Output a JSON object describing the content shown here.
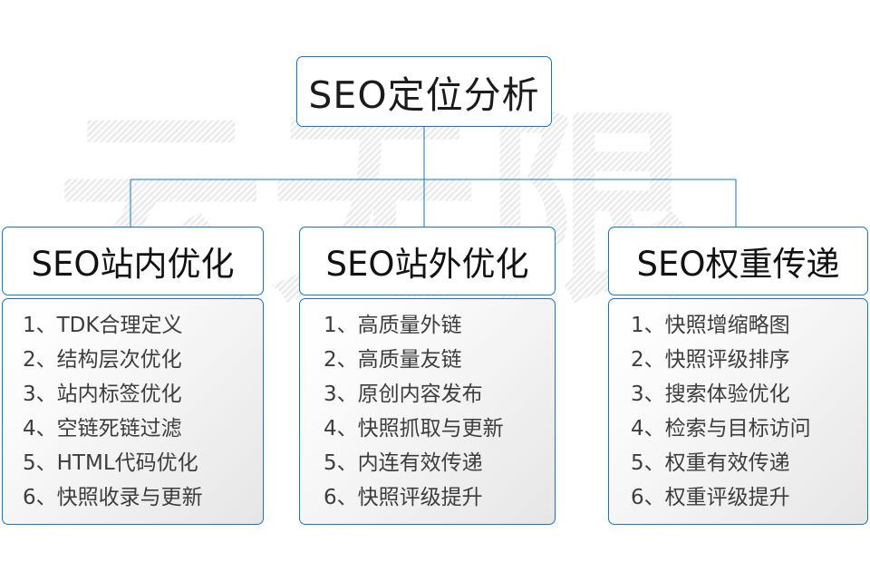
{
  "diagram": {
    "watermark_text": "云无限",
    "accent_color": "#1874c4",
    "text_color": "#1b1b1b",
    "root": {
      "label": "SEO定位分析"
    },
    "columns": [
      {
        "header": "SEO站内优化",
        "items": [
          "1、TDK合理定义",
          "2、结构层次优化",
          "3、站内标签优化",
          "4、空链死链过滤",
          "5、HTML代码优化",
          "6、快照收录与更新"
        ]
      },
      {
        "header": "SEO站外优化",
        "items": [
          "1、高质量外链",
          "2、高质量友链",
          "3、原创内容发布",
          "4、快照抓取与更新",
          "5、内连有效传递",
          "6、快照评级提升"
        ]
      },
      {
        "header": "SEO权重传递",
        "items": [
          "1、快照增缩略图",
          "2、快照评级排序",
          "3、搜索体验优化",
          "4、检索与目标访问",
          "5、权重有效传递",
          "6、权重评级提升"
        ]
      }
    ]
  }
}
